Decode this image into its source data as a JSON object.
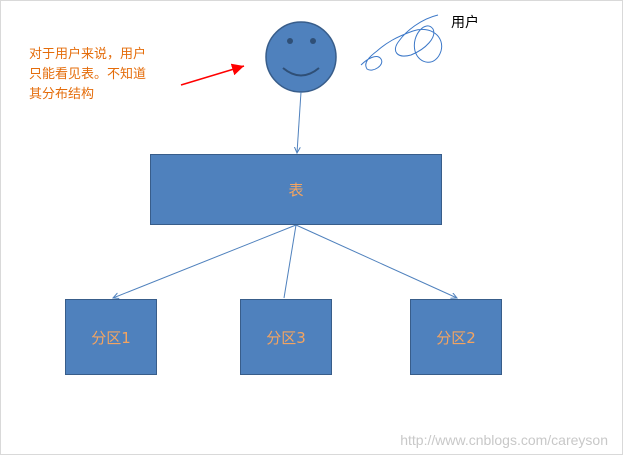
{
  "diagram": {
    "user_label": "用户",
    "note_lines": [
      "对于用户来说，用户",
      "只能看见表。不知道",
      "其分布结构"
    ],
    "table_label": "表",
    "partitions": [
      {
        "label": "分区1"
      },
      {
        "label": "分区3"
      },
      {
        "label": "分区2"
      }
    ],
    "watermark": "http://www.cnblogs.com/careyson"
  },
  "colors": {
    "shape_fill": "#4f81bd",
    "shape_border": "#385d8a",
    "shape_text": "#f4a460",
    "note_text": "#e46c0a",
    "arrow_red": "#ff0000",
    "connector": "#4f81bd",
    "watermark": "#c8c8c8"
  },
  "icons": {
    "user": "smiley-face-icon",
    "scribble": "handwritten-scribble-icon"
  }
}
